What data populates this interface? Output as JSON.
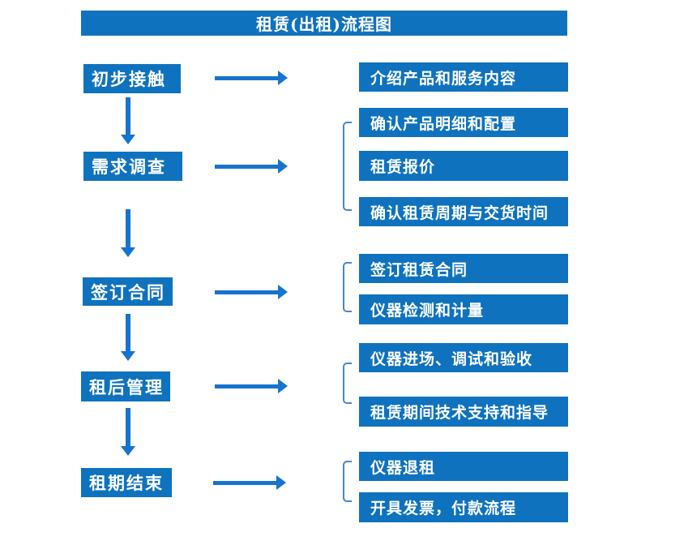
{
  "title": "租赁(出租)流程图",
  "colors": {
    "box_blue": "#0f72be",
    "arrow_blue": "#1673cf",
    "bracket_blue": "#4a86c5",
    "text_white": "#ffffff",
    "background": "#ffffff"
  },
  "flow": {
    "steps": [
      {
        "label": "初步接触",
        "details": [
          "介绍产品和服务内容"
        ]
      },
      {
        "label": "需求调查",
        "details": [
          "确认产品明细和配置",
          "租赁报价",
          "确认租赁周期与交货时间"
        ]
      },
      {
        "label": "签订合同",
        "details": [
          "签订租赁合同",
          "仪器检测和计量"
        ]
      },
      {
        "label": "租后管理",
        "details": [
          "仪器进场、调试和验收",
          "租赁期间技术支持和指导"
        ]
      },
      {
        "label": "租期结束",
        "details": [
          "仪器退租",
          "开具发票，付款流程"
        ]
      }
    ]
  }
}
